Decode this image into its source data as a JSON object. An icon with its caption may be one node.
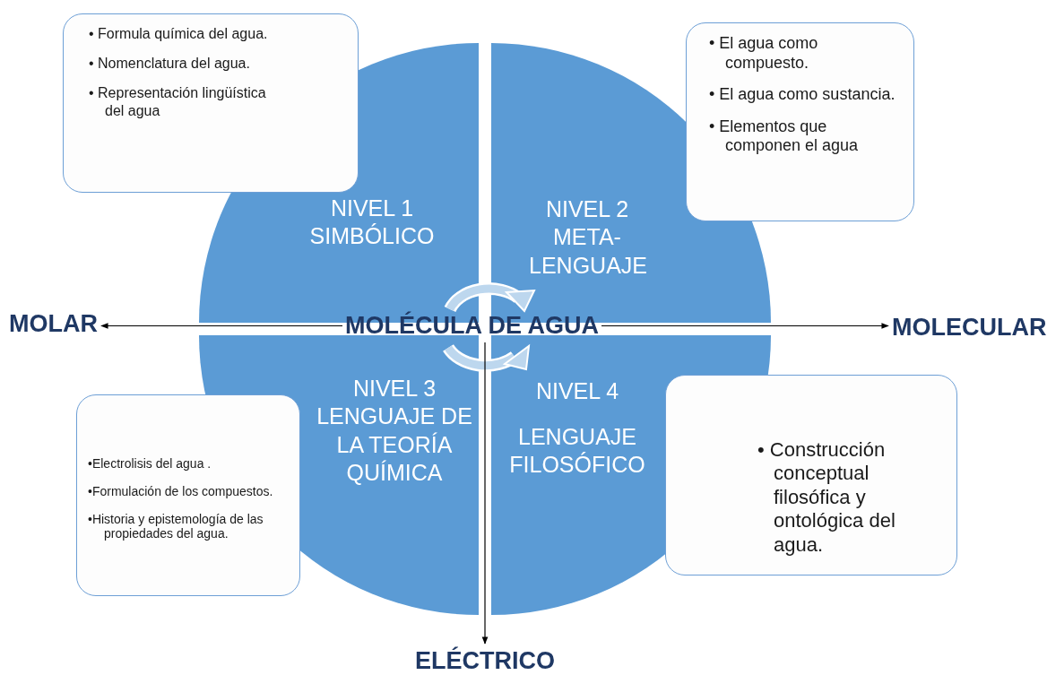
{
  "diagram": {
    "nodes": [
      {
        "text": [
          "NIVEL 1 SIMBÓLICO"
        ]
      },
      {
        "text": [
          "NIVEL 2 META-LENGUAJE"
        ]
      },
      {
        "text": [
          "NIVEL 3 LENGUAJE DE LA TEORÍA QUÍMICA"
        ]
      },
      {
        "text": [
          "NIVEL 4",
          "LENGUAJE FILOSÓFICO"
        ]
      },
      {
        "text": [
          "MOLÉCULA DE AGUA"
        ]
      },
      {
        "text": [
          "MOLAR"
        ]
      },
      {
        "text": [
          "MOLECULAR"
        ]
      },
      {
        "text": [
          "ELÉCTRICO"
        ]
      },
      {
        "text": [
          "• Formula química del agua.",
          "• Nomenclatura del agua.",
          "• Representación lingüística del agua"
        ]
      },
      {
        "text": [
          "• El agua como compuesto.",
          "• El agua como sustancia.",
          "• Elementos que componen el agua"
        ]
      },
      {
        "text": [
          "•Electrolisis del agua .",
          "•Formulación de los compuestos.",
          "•Historia y epistemología de las propiedades del agua."
        ]
      },
      {
        "text": [
          "• Construcción conceptual filosófica y ontológica del agua."
        ]
      }
    ],
    "edges": [
      {
        "from": 4,
        "to": 5,
        "arrow": "to"
      },
      {
        "from": 4,
        "to": 6,
        "arrow": "to"
      },
      {
        "from": 4,
        "to": 7,
        "arrow": "to"
      }
    ]
  }
}
